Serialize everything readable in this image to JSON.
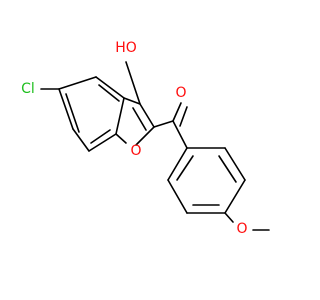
{
  "molecule": {
    "atoms": {
      "oh": {
        "text": "HO",
        "color": "#ff0d0d"
      },
      "ketone_o": {
        "text": "O",
        "color": "#ff0d0d"
      },
      "ring_o": {
        "text": "O",
        "color": "#ff0d0d"
      },
      "chlorine": {
        "text": "Cl",
        "color": "#1fbf1f"
      },
      "methoxy_o": {
        "text": "O",
        "color": "#ff0d0d"
      }
    }
  }
}
